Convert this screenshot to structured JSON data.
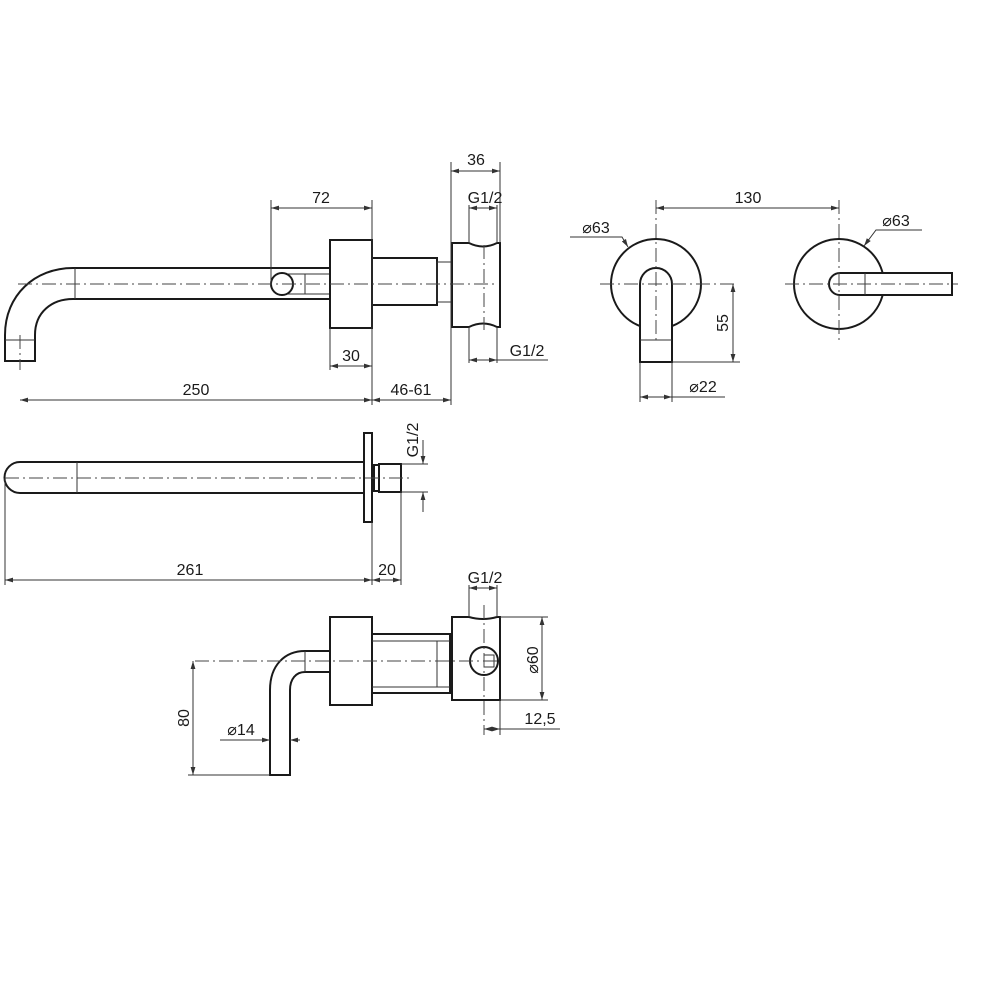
{
  "drawing": {
    "side_view": {
      "dim_spout_handle": "72",
      "dim_valve_width": "36",
      "dim_thread_top": "G1/2",
      "dim_thread_bottom": "G1/2",
      "dim_flange": "30",
      "dim_projection": "250",
      "dim_wall_range": "46-61"
    },
    "front_view": {
      "dim_spacing": "130",
      "dim_rosette_left": "⌀63",
      "dim_rosette_right": "⌀63",
      "dim_spout_drop": "55",
      "dim_spout_diameter": "⌀22"
    },
    "top_view": {
      "dim_thread": "G1/2",
      "dim_length": "261",
      "dim_connector": "20"
    },
    "handle_view": {
      "dim_thread": "G1/2",
      "dim_body_diameter": "⌀60",
      "dim_offset": "12,5",
      "dim_handle_length": "80",
      "dim_handle_diameter": "⌀14"
    }
  }
}
